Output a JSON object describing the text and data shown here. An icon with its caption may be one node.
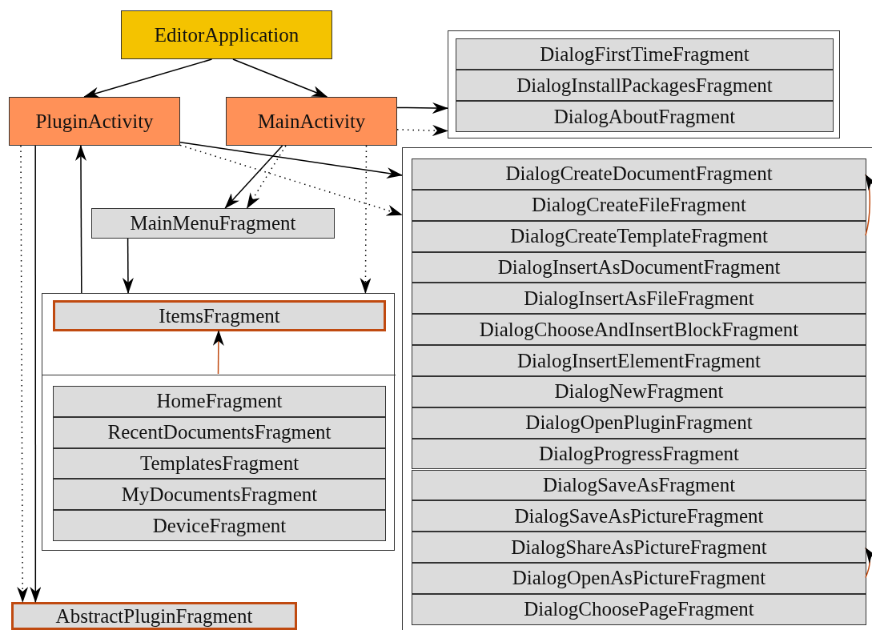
{
  "diagram": {
    "nodes": [
      {
        "text": [
          "EditorApplication"
        ]
      },
      {
        "text": [
          "PluginActivity"
        ]
      },
      {
        "text": [
          "MainActivity"
        ]
      },
      {
        "text": [],
        "shape": "box"
      },
      {
        "text": [
          "DialogFirstTimeFragment"
        ],
        "in": 3
      },
      {
        "text": [
          "DialogInstallPackagesFragment"
        ],
        "in": 3
      },
      {
        "text": [
          "DialogAboutFragment"
        ],
        "in": 3
      },
      {
        "text": [
          "MainMenuFragment"
        ]
      },
      {
        "text": [],
        "shape": "box"
      },
      {
        "text": [
          "ItemsFragment"
        ],
        "in": 8
      },
      {
        "text": [],
        "shape": "box",
        "in": 8
      },
      {
        "text": [
          "HomeFragment"
        ],
        "in": 10
      },
      {
        "text": [
          "RecentDocumentsFragment"
        ],
        "in": 10
      },
      {
        "text": [
          "TemplatesFragment"
        ],
        "in": 10
      },
      {
        "text": [
          "MyDocumentsFragment"
        ],
        "in": 10
      },
      {
        "text": [
          "DeviceFragment"
        ],
        "in": 10
      },
      {
        "text": [],
        "shape": "box"
      },
      {
        "text": [
          "DialogCreateDocumentFragment"
        ],
        "in": 16
      },
      {
        "text": [
          "DialogCreateFileFragment"
        ],
        "in": 16
      },
      {
        "text": [
          "DialogCreateTemplateFragment"
        ],
        "in": 16
      },
      {
        "text": [
          "DialogInsertAsDocumentFragment"
        ],
        "in": 16
      },
      {
        "text": [
          "DialogInsertAsFileFragment"
        ],
        "in": 16
      },
      {
        "text": [
          "DialogChooseAndInsertBlockFragment"
        ],
        "in": 16
      },
      {
        "text": [
          "DialogInsertElementFragment"
        ],
        "in": 16
      },
      {
        "text": [
          "DialogNewFragment"
        ],
        "in": 16
      },
      {
        "text": [
          "DialogOpenPluginFragment"
        ],
        "in": 16
      },
      {
        "text": [
          "DialogProgressFragment"
        ],
        "in": 16
      },
      {
        "text": [
          "DialogSaveAsFragment"
        ],
        "in": 16
      },
      {
        "text": [
          "DialogSaveAsPictureFragment"
        ],
        "in": 16
      },
      {
        "text": [
          "DialogShareAsPictureFragment"
        ],
        "in": 16
      },
      {
        "text": [
          "DialogOpenAsPictureFragment"
        ],
        "in": 16
      },
      {
        "text": [
          "DialogChoosePageFragment"
        ],
        "in": 16
      },
      {
        "text": [
          "AbstractPluginFragment"
        ]
      }
    ],
    "edges": [
      {
        "from": 0,
        "to": 1,
        "arrow": "to"
      },
      {
        "from": 0,
        "to": 2,
        "arrow": "to"
      },
      {
        "from": 2,
        "to": 3,
        "arrow": "to"
      },
      {
        "from": 2,
        "to": 3,
        "arrow": "to",
        "style": "dashed"
      },
      {
        "from": 1,
        "to": 16,
        "arrow": "to"
      },
      {
        "from": 1,
        "to": 16,
        "arrow": "to",
        "style": "dashed"
      },
      {
        "from": 2,
        "to": 7,
        "arrow": "to"
      },
      {
        "from": 2,
        "to": 7,
        "arrow": "to",
        "style": "dashed"
      },
      {
        "from": 2,
        "to": 8,
        "arrow": "to",
        "style": "dashed"
      },
      {
        "from": 7,
        "to": 8,
        "arrow": "to"
      },
      {
        "from": 8,
        "to": 1,
        "arrow": "to"
      },
      {
        "from": 1,
        "to": 32,
        "arrow": "to",
        "style": "dashed"
      },
      {
        "from": 1,
        "to": 32,
        "arrow": "to"
      },
      {
        "from": 10,
        "to": 9,
        "arrow": "to",
        "color": "#c04a10"
      },
      {
        "from": 19,
        "to": 17,
        "arrow": "to",
        "color": "#c04a10"
      },
      {
        "from": 30,
        "to": 29,
        "arrow": "to",
        "color": "#c04a10"
      }
    ]
  }
}
